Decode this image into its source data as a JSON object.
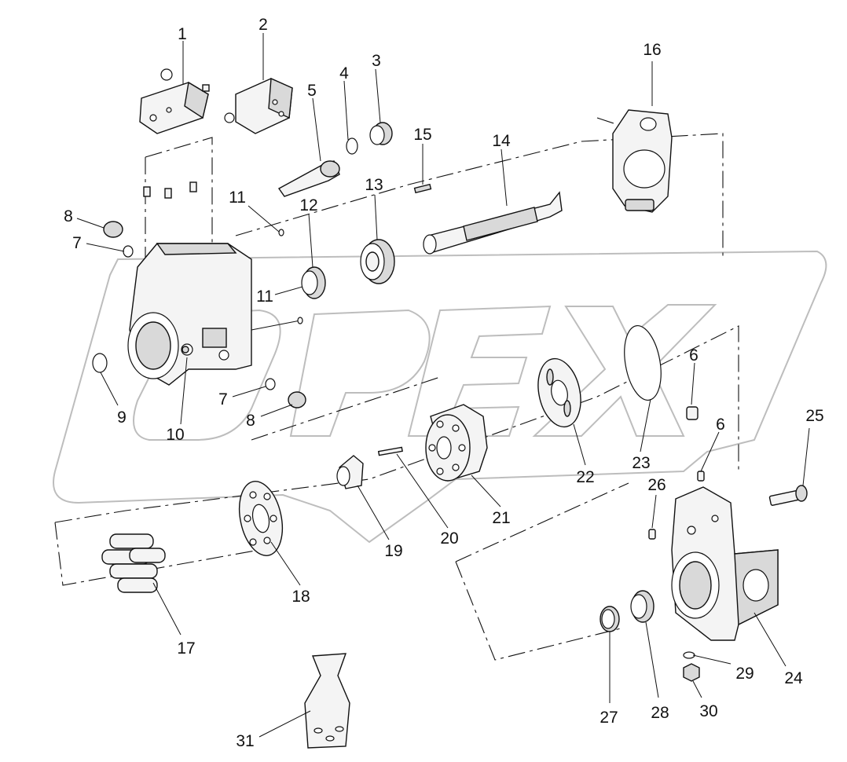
{
  "diagram": {
    "watermark_text": "OPEX",
    "callouts": [
      {
        "id": "1",
        "label": "1"
      },
      {
        "id": "2",
        "label": "2"
      },
      {
        "id": "3",
        "label": "3"
      },
      {
        "id": "4",
        "label": "4"
      },
      {
        "id": "5",
        "label": "5"
      },
      {
        "id": "6a",
        "label": "6"
      },
      {
        "id": "6b",
        "label": "6"
      },
      {
        "id": "7a",
        "label": "7"
      },
      {
        "id": "7b",
        "label": "7"
      },
      {
        "id": "8a",
        "label": "8"
      },
      {
        "id": "8b",
        "label": "8"
      },
      {
        "id": "9",
        "label": "9"
      },
      {
        "id": "10",
        "label": "10"
      },
      {
        "id": "11a",
        "label": "11"
      },
      {
        "id": "11b",
        "label": "11"
      },
      {
        "id": "12",
        "label": "12"
      },
      {
        "id": "13",
        "label": "13"
      },
      {
        "id": "14",
        "label": "14"
      },
      {
        "id": "15",
        "label": "15"
      },
      {
        "id": "16",
        "label": "16"
      },
      {
        "id": "17",
        "label": "17"
      },
      {
        "id": "18",
        "label": "18"
      },
      {
        "id": "19",
        "label": "19"
      },
      {
        "id": "20",
        "label": "20"
      },
      {
        "id": "21",
        "label": "21"
      },
      {
        "id": "22",
        "label": "22"
      },
      {
        "id": "23",
        "label": "23"
      },
      {
        "id": "24",
        "label": "24"
      },
      {
        "id": "25",
        "label": "25"
      },
      {
        "id": "26",
        "label": "26"
      },
      {
        "id": "27",
        "label": "27"
      },
      {
        "id": "28",
        "label": "28"
      },
      {
        "id": "29",
        "label": "29"
      },
      {
        "id": "30",
        "label": "30"
      },
      {
        "id": "31",
        "label": "31"
      }
    ]
  }
}
